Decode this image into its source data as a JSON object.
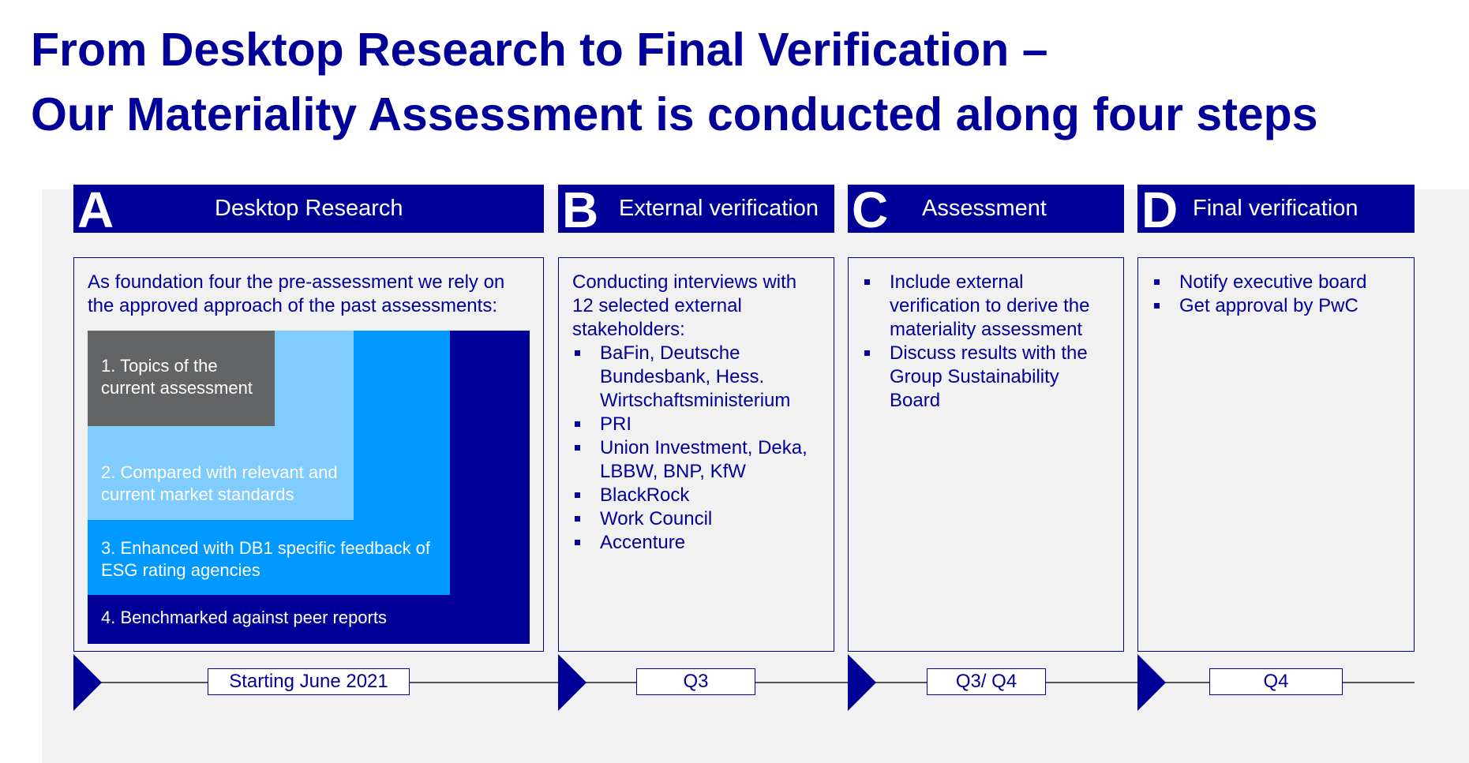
{
  "title": {
    "line1": "From Desktop Research to Final Verification –",
    "line2": "Our Materiality Assessment is conducted along four steps"
  },
  "steps": [
    {
      "letter": "A",
      "title": "Desktop Research",
      "intro": "As foundation four the pre-assessment we rely on the approved approach of the past assessments:",
      "layers": [
        "1. Topics of the current assessment",
        "2. Compared with relevant and current market standards",
        "3. Enhanced with DB1 specific feedback of ESG rating agencies",
        "4. Benchmarked against peer reports"
      ],
      "timing": "Starting June 2021"
    },
    {
      "letter": "B",
      "title": "External verification",
      "intro": "Conducting interviews with 12 selected external stakeholders:",
      "bullets": [
        "BaFin, Deutsche Bundesbank, Hess. Wirtschaftsministerium",
        "PRI",
        "Union Investment, Deka, LBBW, BNP, KfW",
        "BlackRock",
        "Work Council",
        "Accenture"
      ],
      "timing": "Q3"
    },
    {
      "letter": "C",
      "title": "Assessment",
      "bullets": [
        "Include external verification to derive the materiality assessment",
        "Discuss results with the Group Sustainability Board"
      ],
      "timing": "Q3/ Q4"
    },
    {
      "letter": "D",
      "title": "Final verification",
      "bullets": [
        "Notify executive board",
        "Get approval by PwC"
      ],
      "timing": "Q4"
    }
  ],
  "colors": {
    "primary": "#000099",
    "layer1": "#636466",
    "layer2": "#80ccff",
    "layer3": "#0099ff",
    "layer4": "#000099",
    "panel": "#f1f1f1"
  }
}
